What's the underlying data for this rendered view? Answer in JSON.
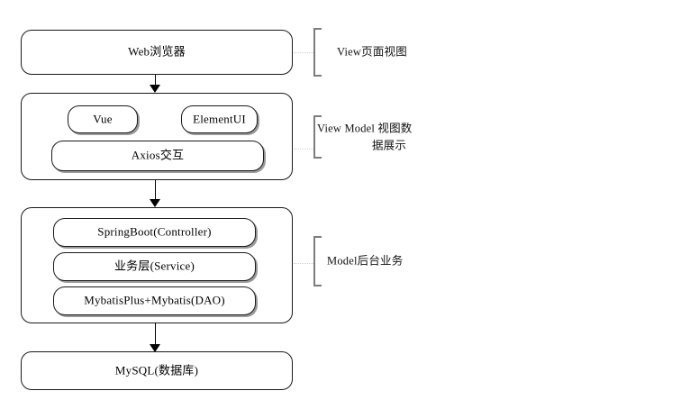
{
  "diagram": {
    "title": "Web application layered architecture",
    "background_color": "#ffffff",
    "stroke_color": "#1a1a1a",
    "shadow_color": "#9a9a9a",
    "bracket_color": "#7d7d7d"
  },
  "layers": [
    {
      "id": "view",
      "box_label": "Web浏览器",
      "annotation": "View页面视图"
    },
    {
      "id": "view-model",
      "children": [
        {
          "id": "vue",
          "label": "Vue"
        },
        {
          "id": "element-ui",
          "label": "ElementUI"
        },
        {
          "id": "axios",
          "label": "Axios交互"
        }
      ],
      "annotation_line1": "View Model 视图数",
      "annotation_line2": "据展示"
    },
    {
      "id": "model",
      "children": [
        {
          "id": "controller",
          "label": "SpringBoot(Controller)"
        },
        {
          "id": "service",
          "label": "业务层(Service)"
        },
        {
          "id": "dao",
          "label": "MybatisPlus+Mybatis(DAO)"
        }
      ],
      "annotation": "Model后台业务"
    },
    {
      "id": "database",
      "box_label": "MySQL(数据库)"
    }
  ],
  "arrows": [
    {
      "id": "browser-to-viewmodel",
      "direction": "down"
    },
    {
      "id": "viewmodel-to-model",
      "direction": "down"
    },
    {
      "id": "model-to-database",
      "direction": "down"
    }
  ]
}
